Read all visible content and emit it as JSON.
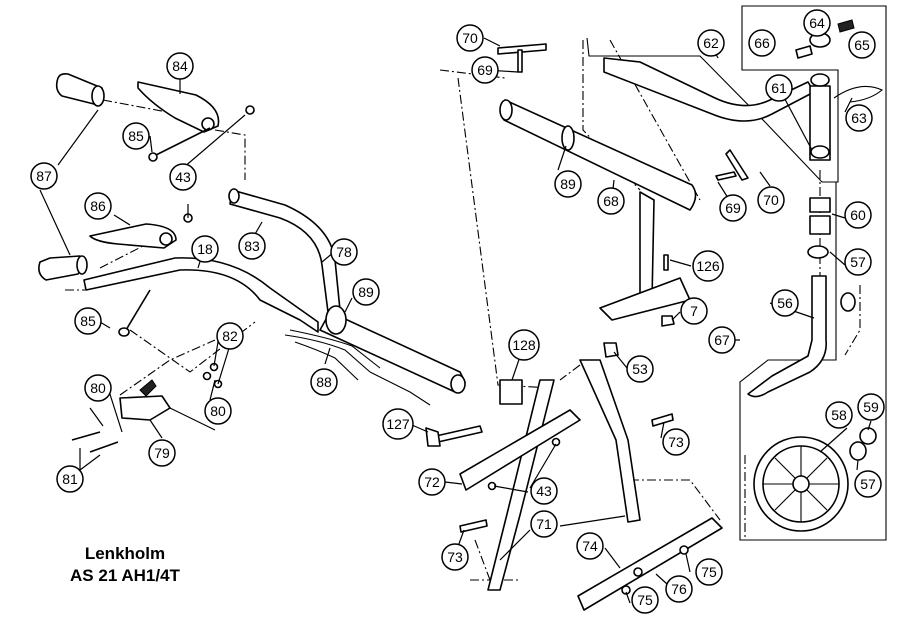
{
  "title": {
    "line1": "Lenkholm",
    "line2": "AS 21 AH1/4T"
  },
  "callouts": [
    {
      "id": "c84",
      "label": "84"
    },
    {
      "id": "c85a",
      "label": "85"
    },
    {
      "id": "c43a",
      "label": "43"
    },
    {
      "id": "c87",
      "label": "87"
    },
    {
      "id": "c86",
      "label": "86"
    },
    {
      "id": "c18",
      "label": "18"
    },
    {
      "id": "c83",
      "label": "83"
    },
    {
      "id": "c78",
      "label": "78"
    },
    {
      "id": "c89a",
      "label": "89"
    },
    {
      "id": "c85b",
      "label": "85"
    },
    {
      "id": "c82",
      "label": "82"
    },
    {
      "id": "c80a",
      "label": "80"
    },
    {
      "id": "c80b",
      "label": "80"
    },
    {
      "id": "c88",
      "label": "88"
    },
    {
      "id": "c81",
      "label": "81"
    },
    {
      "id": "c79",
      "label": "79"
    },
    {
      "id": "c70a",
      "label": "70"
    },
    {
      "id": "c69a",
      "label": "69"
    },
    {
      "id": "c89b",
      "label": "89"
    },
    {
      "id": "c68",
      "label": "68"
    },
    {
      "id": "c62",
      "label": "62"
    },
    {
      "id": "c64",
      "label": "64"
    },
    {
      "id": "c66",
      "label": "66"
    },
    {
      "id": "c65",
      "label": "65"
    },
    {
      "id": "c61",
      "label": "61"
    },
    {
      "id": "c63",
      "label": "63"
    },
    {
      "id": "c69b",
      "label": "69"
    },
    {
      "id": "c70b",
      "label": "70"
    },
    {
      "id": "c60",
      "label": "60"
    },
    {
      "id": "c126",
      "label": "126"
    },
    {
      "id": "c57a",
      "label": "57"
    },
    {
      "id": "c7",
      "label": "7"
    },
    {
      "id": "c56",
      "label": "56"
    },
    {
      "id": "c67",
      "label": "67"
    },
    {
      "id": "c128",
      "label": "128"
    },
    {
      "id": "c53",
      "label": "53"
    },
    {
      "id": "c127",
      "label": "127"
    },
    {
      "id": "c73a",
      "label": "73"
    },
    {
      "id": "c72",
      "label": "72"
    },
    {
      "id": "c43b",
      "label": "43"
    },
    {
      "id": "c58",
      "label": "58"
    },
    {
      "id": "c59",
      "label": "59"
    },
    {
      "id": "c57b",
      "label": "57"
    },
    {
      "id": "c71",
      "label": "71"
    },
    {
      "id": "c74",
      "label": "74"
    },
    {
      "id": "c73b",
      "label": "73"
    },
    {
      "id": "c76",
      "label": "76"
    },
    {
      "id": "c75a",
      "label": "75"
    },
    {
      "id": "c75b",
      "label": "75"
    }
  ]
}
